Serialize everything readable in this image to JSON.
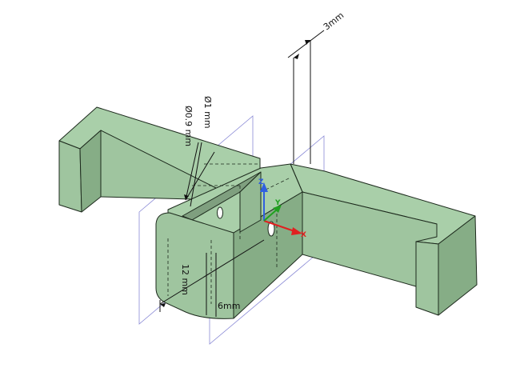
{
  "viewport": {
    "background": "#ffffff",
    "part_color": "#9fc59f",
    "part_top_color": "#a9cfa9",
    "part_side_color": "#86ad86",
    "edge_color": "#1d2a1d",
    "plane_color": "#8a8ad6"
  },
  "dimensions": {
    "d_top": "3mm",
    "d_hole_1": "Ø1 mm",
    "d_hole_2": "Ø0.9 mm",
    "d_width": "12 mm",
    "d_depth": "6mm"
  },
  "triad": {
    "x_label": "X",
    "y_label": "Y",
    "z_label": "Z",
    "x_color": "#e02020",
    "y_color": "#20a020",
    "z_color": "#3060e0"
  }
}
